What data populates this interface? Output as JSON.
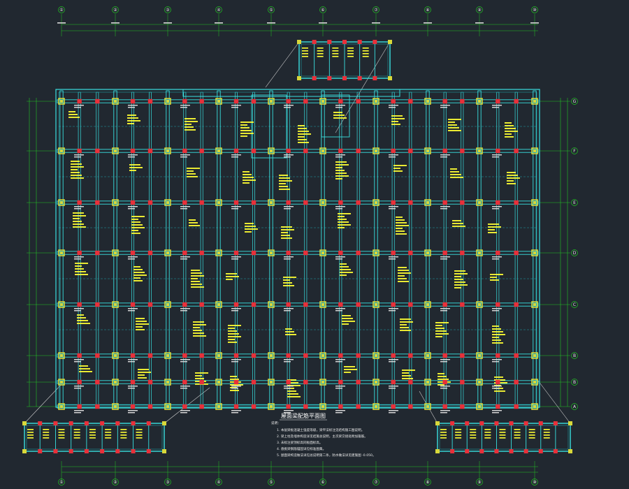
{
  "drawing": {
    "title": "屋面梁配筋平面图",
    "notes_heading": "说明：",
    "notes": [
      "1. 本层梁板混凝土强度等级，梁平法标注见结构施工图说明。",
      "2. 梁上柱及墙体构造详见结施总说明，主次梁交接处附加箍筋。",
      "3. 未标注梁顶标高同板面标高。",
      "4. 悬挑梁钢筋锚固详见标准图集。",
      "5. 屋面梁构造做法详见总说明第二条，防水做法详见建施图 -0.050。"
    ]
  },
  "axes": {
    "columns": [
      "①",
      "②",
      "③",
      "④",
      "⑤",
      "⑥",
      "⑦",
      "⑧",
      "⑨",
      "⑩"
    ],
    "rows": [
      "G",
      "F",
      "E",
      "D",
      "C",
      "B",
      "B",
      "A"
    ]
  },
  "colors": {
    "background": "#212830",
    "beam": "#39e0e0",
    "beam_dark": "#1f9ea6",
    "column_yellow": "#d8d83a",
    "column_red": "#e8303a",
    "annotation": "#ffff33",
    "dimension": "#22c422",
    "leader": "#cccccc"
  }
}
